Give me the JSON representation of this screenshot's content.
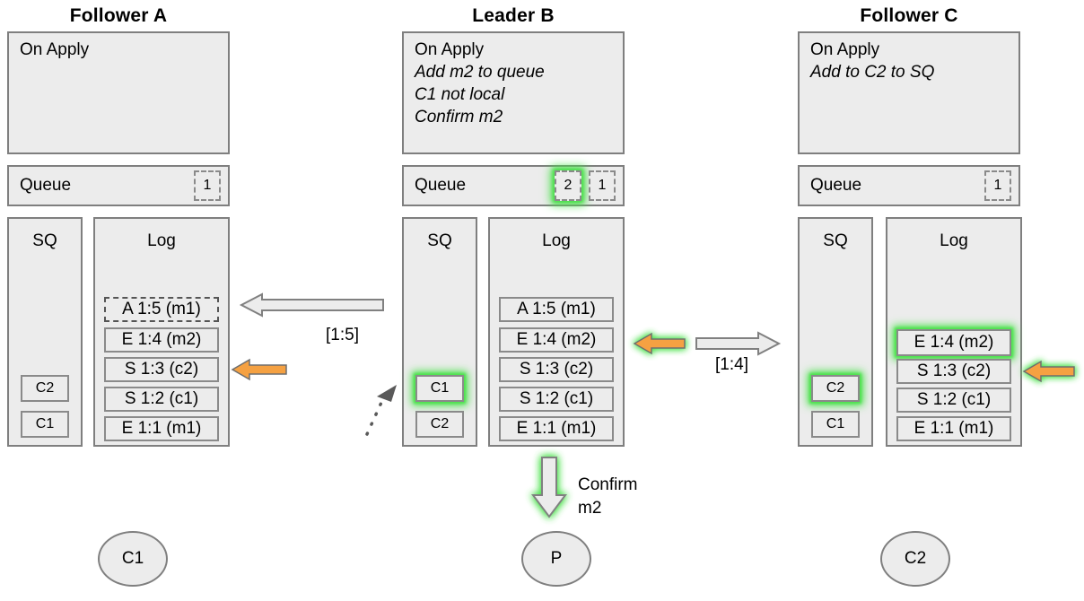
{
  "columns": [
    {
      "id": "follower-a",
      "title": "Follower A",
      "on_apply": {
        "header": "On Apply",
        "lines": []
      },
      "queue": {
        "label": "Queue",
        "chips": [
          {
            "value": "1",
            "dashed": true,
            "glow": false
          }
        ]
      },
      "sq": {
        "label": "SQ",
        "items": [
          {
            "value": "C2",
            "glow": false
          },
          {
            "value": "C1",
            "glow": false
          }
        ]
      },
      "log": {
        "label": "Log",
        "entries": [
          {
            "text": "A 1:5 (m1)",
            "dashed": true,
            "glow": false
          },
          {
            "text": "E 1:4 (m2)",
            "dashed": false,
            "glow": false
          },
          {
            "text": "S 1:3 (c2)",
            "dashed": false,
            "glow": false
          },
          {
            "text": "S 1:2 (c1)",
            "dashed": false,
            "glow": false
          },
          {
            "text": "E 1:1 (m1)",
            "dashed": false,
            "glow": false
          }
        ]
      },
      "client": "C1"
    },
    {
      "id": "leader-b",
      "title": "Leader B",
      "on_apply": {
        "header": "On Apply",
        "lines": [
          "Add m2 to queue",
          "C1 not local",
          "Confirm m2"
        ]
      },
      "queue": {
        "label": "Queue",
        "chips": [
          {
            "value": "2",
            "dashed": true,
            "glow": true
          },
          {
            "value": "1",
            "dashed": true,
            "glow": false
          }
        ]
      },
      "sq": {
        "label": "SQ",
        "items": [
          {
            "value": "C1",
            "glow": true
          },
          {
            "value": "C2",
            "glow": false
          }
        ]
      },
      "log": {
        "label": "Log",
        "entries": [
          {
            "text": "A 1:5 (m1)",
            "dashed": false,
            "glow": false
          },
          {
            "text": "E 1:4 (m2)",
            "dashed": false,
            "glow": false
          },
          {
            "text": "S 1:3 (c2)",
            "dashed": false,
            "glow": false
          },
          {
            "text": "S 1:2 (c1)",
            "dashed": false,
            "glow": false
          },
          {
            "text": "E 1:1 (m1)",
            "dashed": false,
            "glow": false
          }
        ]
      },
      "client": "P"
    },
    {
      "id": "follower-c",
      "title": "Follower C",
      "on_apply": {
        "header": "On Apply",
        "lines": [
          "Add to C2 to SQ"
        ]
      },
      "queue": {
        "label": "Queue",
        "chips": [
          {
            "value": "1",
            "dashed": true,
            "glow": false
          }
        ]
      },
      "sq": {
        "label": "SQ",
        "items": [
          {
            "value": "C2",
            "glow": true
          },
          {
            "value": "C1",
            "glow": false
          }
        ]
      },
      "log": {
        "label": "Log",
        "entries": [
          {
            "text": "E 1:4 (m2)",
            "dashed": false,
            "glow": true
          },
          {
            "text": "S 1:3 (c2)",
            "dashed": false,
            "glow": false
          },
          {
            "text": "S 1:2 (c1)",
            "dashed": false,
            "glow": false
          },
          {
            "text": "E 1:1 (m1)",
            "dashed": false,
            "glow": false
          }
        ]
      },
      "client": "C2"
    }
  ],
  "arrows": {
    "ab_label": "[1:5]",
    "bc_label": "[1:4]",
    "confirm_line1": "Confirm",
    "confirm_line2": "m2"
  },
  "colors": {
    "orange": "#f5a142",
    "glow_green": "#4ce24d",
    "panel_fill": "#ececec",
    "panel_stroke": "#7f7f7f",
    "arrow_stroke": "#808080"
  }
}
